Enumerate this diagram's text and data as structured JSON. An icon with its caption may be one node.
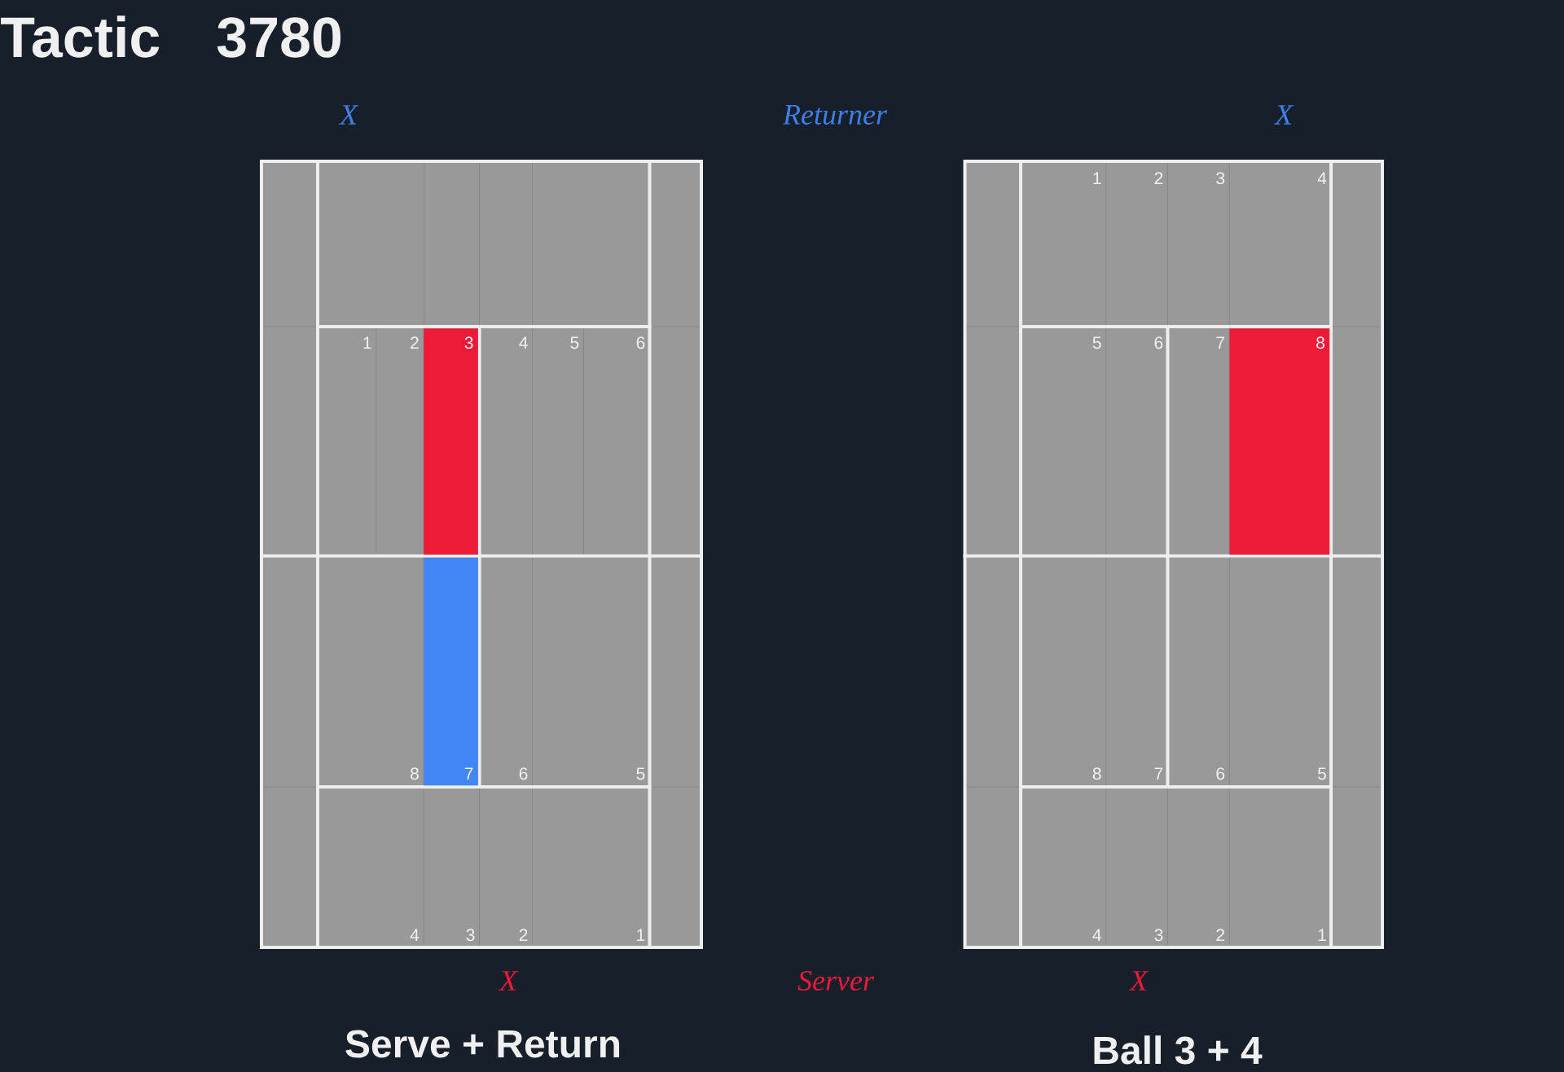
{
  "diagram": {
    "title": "Tactic",
    "nodes": [
      {
        "text": [
          "1",
          "2",
          "4",
          "5",
          "6",
          "8",
          "6",
          "5",
          "4",
          "3",
          "2",
          "1"
        ],
        "beside": [
          "Serve + Return"
        ]
      },
      {
        "text": [
          "3"
        ],
        "in": 0
      },
      {
        "text": [
          "7"
        ],
        "in": 0
      },
      {
        "text": [
          "1",
          "2",
          "3",
          "4",
          "5",
          "6",
          "7",
          "8",
          "7",
          "6",
          "5",
          "4",
          "3",
          "2",
          "1"
        ],
        "beside": [
          "Ball 3 + 4"
        ]
      },
      {
        "text": [
          "8"
        ],
        "in": 3
      }
    ],
    "labels": [
      "3780",
      "X",
      "Returner",
      "X",
      "X",
      "Server",
      "X"
    ]
  }
}
